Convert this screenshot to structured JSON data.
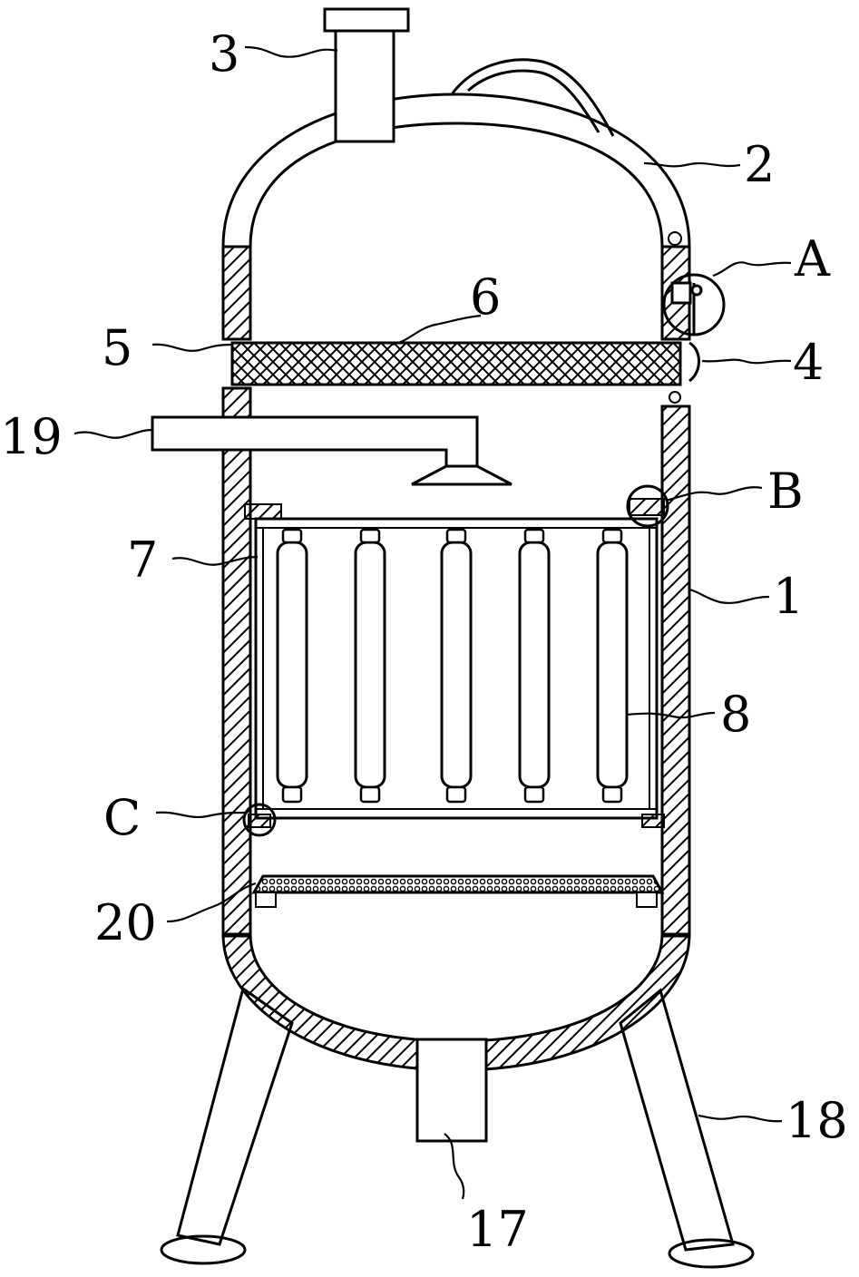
{
  "labels": {
    "l1": "1",
    "l2": "2",
    "l3": "3",
    "l4": "4",
    "l5": "5",
    "l6": "6",
    "l7": "7",
    "l8": "8",
    "l17": "17",
    "l18": "18",
    "l19": "19",
    "l20": "20",
    "lA": "A",
    "lB": "B",
    "lC": "C"
  },
  "colors": {
    "line": "#000000",
    "background": "#ffffff"
  }
}
